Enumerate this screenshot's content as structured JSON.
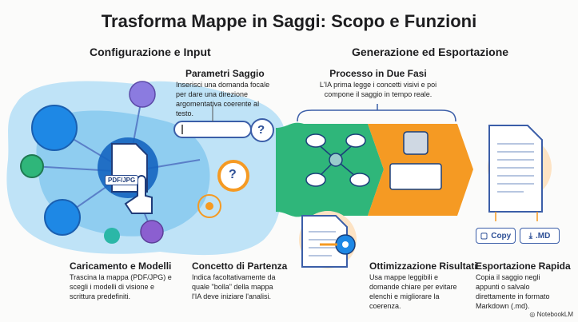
{
  "title": "Trasforma Mappe in Saggi: Scopo e Funzioni",
  "sections": {
    "left": "Configurazione e Input",
    "right": "Generazione ed Esportazione"
  },
  "parametri": {
    "title": "Parametri Saggio",
    "text": "Inserisci una domanda focale per dare una direzione argomentativa coerente al testo."
  },
  "processo": {
    "title": "Processo in Due Fasi",
    "text": "L'IA prima legge i concetti visivi e poi compone il saggio in tempo reale."
  },
  "caricamento": {
    "title": "Caricamento e Modelli",
    "text": "Trascina la mappa (PDF/JPG) e scegli i modelli di visione e scrittura predefiniti."
  },
  "concetto": {
    "title": "Concetto di Partenza",
    "text": "Indica facoltativamente da quale \"bolla\" della mappa l'IA deve iniziare l'analisi."
  },
  "ottimizzazione": {
    "title": "Ottimizzazione Risultati",
    "text": "Usa mappe leggibili e domande chiare per evitare elenchi e migliorare la coerenza."
  },
  "esportazione": {
    "title": "Esportazione Rapida",
    "text": "Copia il saggio negli appunti o salvalo direttamente in formato Markdown (.md)."
  },
  "badge": "PDF/JPG",
  "question_mark": "?",
  "buttons": {
    "copy": "Copy",
    "md": ".MD"
  },
  "brand": "NotebookLM",
  "colors": {
    "blue": "#1e88e5",
    "green": "#2fb67a",
    "orange": "#f59a23",
    "purple": "#8b5fd0",
    "light_blue": "#bfe3f7"
  }
}
